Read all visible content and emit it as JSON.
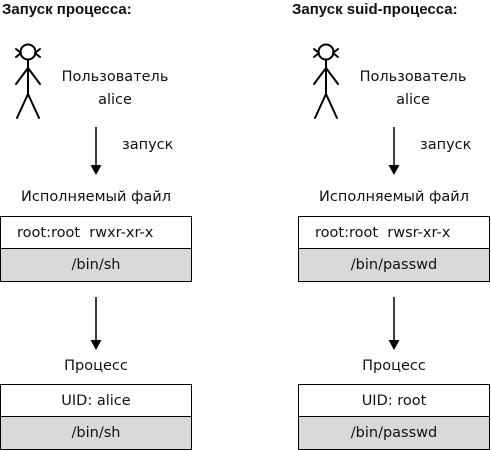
{
  "left": {
    "title": "Запуск процесса:",
    "user_label": "Пользователь",
    "user_name": "alice",
    "launch_label": "запуск",
    "exec_label": "Исполняемый файл",
    "exec_perms": "root:root  rwxr-xr-x",
    "exec_path": "/bin/sh",
    "proc_label": "Процесс",
    "proc_uid": "UID: alice",
    "proc_path": "/bin/sh"
  },
  "right": {
    "title": "Запуск suid-процесса:",
    "user_label": "Пользователь",
    "user_name": "alice",
    "launch_label": "запуск",
    "exec_label": "Исполняемый файл",
    "exec_perms": "root:root  rwsr-xr-x",
    "exec_path": "/bin/passwd",
    "proc_label": "Процесс",
    "proc_uid": "UID: root",
    "proc_path": "/bin/passwd"
  },
  "colors": {
    "line": "#000000",
    "path_cell_bg": "#d9d9d9"
  },
  "icons": {
    "user": "stick-figure-icon",
    "arrow": "arrow-down-icon"
  }
}
